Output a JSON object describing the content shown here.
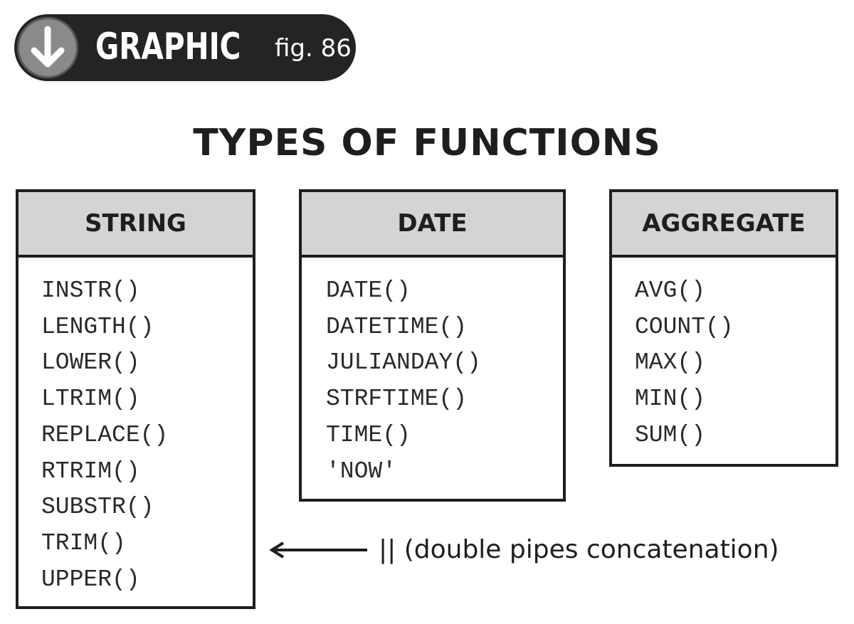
{
  "badge": {
    "icon": "down-arrow-circle-icon",
    "word": "GRAPHIC",
    "fig": "fig. 86"
  },
  "title": "TYPES OF FUNCTIONS",
  "boxes": {
    "string": {
      "heading": "STRING",
      "items": [
        "INSTR()",
        "LENGTH()",
        "LOWER()",
        "LTRIM()",
        "REPLACE()",
        "RTRIM()",
        "SUBSTR()",
        "TRIM()",
        "UPPER()"
      ]
    },
    "date": {
      "heading": "DATE",
      "items": [
        "DATE()",
        "DATETIME()",
        "JULIANDAY()",
        "STRFTIME()",
        "TIME()",
        "'NOW'"
      ]
    },
    "aggregate": {
      "heading": "AGGREGATE",
      "items": [
        "AVG()",
        "COUNT()",
        "MAX()",
        "MIN()",
        "SUM()"
      ]
    }
  },
  "note": {
    "icon": "left-arrow-icon",
    "text": "|| (double pipes concatenation)"
  },
  "colors": {
    "ink": "#1e1e1e",
    "header_fill": "#d4d4d4",
    "badge_fill": "#242424",
    "badge_icon_fill": "#8a8a8a"
  }
}
